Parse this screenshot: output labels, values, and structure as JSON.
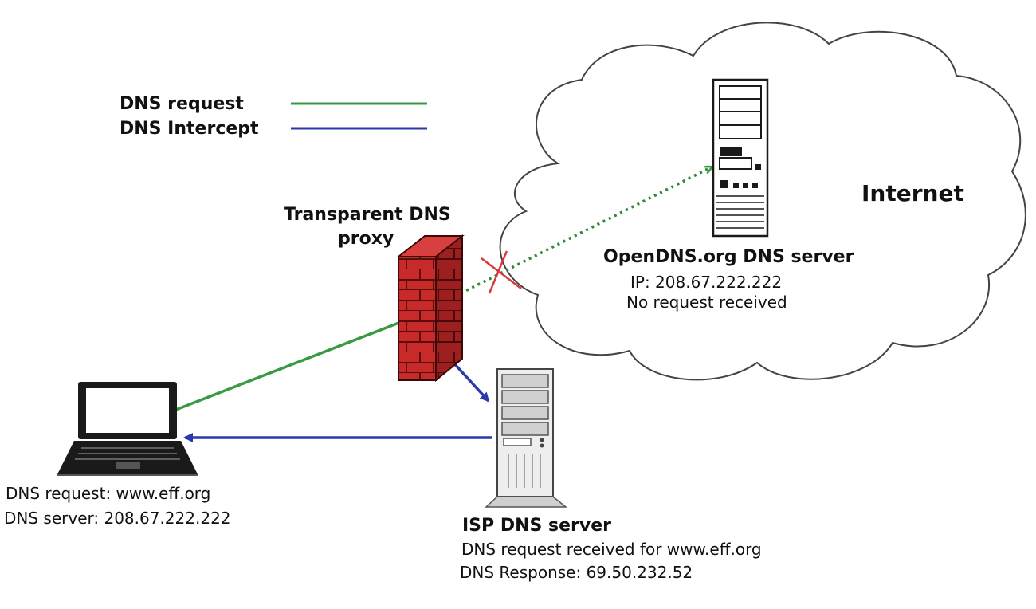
{
  "legend": {
    "items": [
      {
        "label": "DNS request",
        "color": "#3a9a44"
      },
      {
        "label": "DNS Intercept",
        "color": "#2a3aa8"
      }
    ]
  },
  "cloud": {
    "label": "Internet"
  },
  "proxy": {
    "title_line1": "Transparent DNS",
    "title_line2": "proxy"
  },
  "opendns": {
    "title": "OpenDNS.org DNS server",
    "ip": "IP: 208.67.222.222",
    "status": "No request received"
  },
  "client": {
    "request": "DNS request: www.eff.org",
    "server": "DNS server: 208.67.222.222"
  },
  "isp": {
    "title": "ISP DNS server",
    "received": "DNS request received for www.eff.org",
    "response": "DNS Response: 69.50.232.52"
  },
  "colors": {
    "request": "#3a9a44",
    "intercept": "#2a3aa8",
    "blocked": "#d83a3a",
    "brick": "#c82a2a"
  },
  "icons": [
    "firewall-icon",
    "laptop-icon",
    "server-icon",
    "cloud-shape",
    "blocked-x-icon"
  ]
}
